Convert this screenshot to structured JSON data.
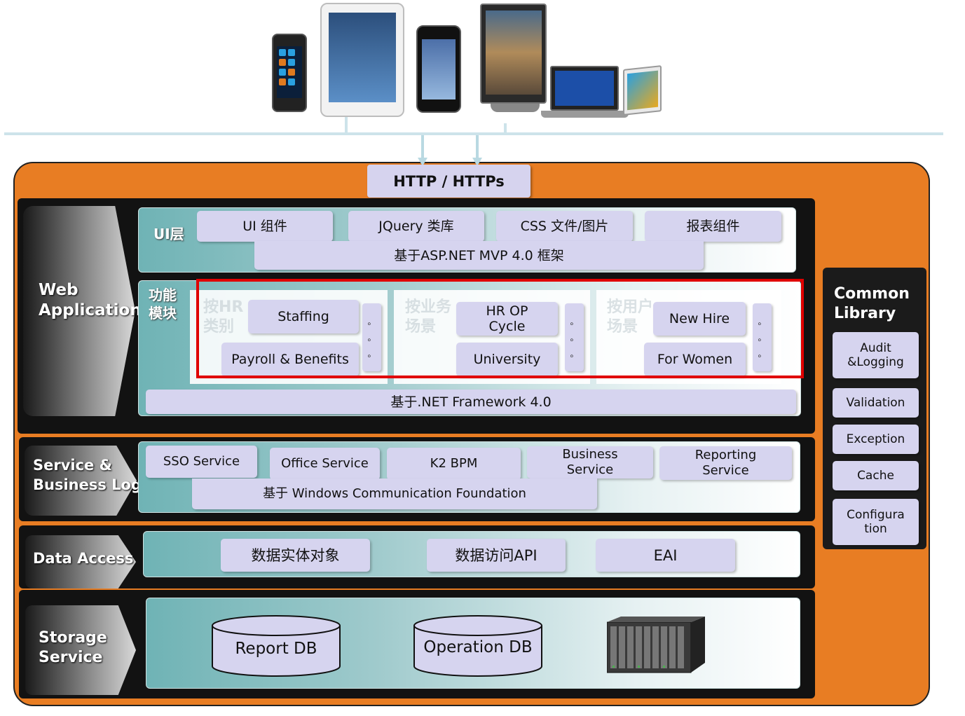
{
  "protocol": {
    "label": "HTTP / HTTPs"
  },
  "web_application": {
    "title": "Web Application",
    "ui_layer": {
      "title": "UI层",
      "components": [
        "UI 组件",
        "JQuery 类库",
        "CSS 文件/图片",
        "报表组件"
      ],
      "framework": "基于ASP.NET MVP 4.0 框架"
    },
    "function_modules": {
      "title": "功能模块",
      "groups": [
        {
          "ghost": "按HR类别",
          "items": [
            "Staffing",
            "Payroll & Benefits"
          ],
          "dots": "。。。"
        },
        {
          "ghost": "按业务场景",
          "items": [
            "HR OP Cycle",
            "University"
          ],
          "dots": "。。。"
        },
        {
          "ghost": "按用户场景",
          "items": [
            "New Hire",
            "For Women"
          ],
          "dots": "。。。"
        }
      ],
      "framework": "基于.NET Framework 4.0"
    }
  },
  "service_layer": {
    "title": "Service & Business Logic",
    "services": [
      "SSO Service",
      "Office Service",
      "K2 BPM",
      "Business Service",
      "Reporting Service"
    ],
    "foundation": "基于 Windows Communication Foundation"
  },
  "data_access": {
    "title": "Data Access",
    "items": [
      "数据实体对象",
      "数据访问API",
      "EAI"
    ]
  },
  "storage": {
    "title": "Storage Service",
    "databases": [
      "Report DB",
      "Operation DB"
    ]
  },
  "common_library": {
    "title": "Common Library",
    "items": [
      "Audit &Logging",
      "Validation",
      "Exception",
      "Cache",
      "Configuration"
    ]
  }
}
